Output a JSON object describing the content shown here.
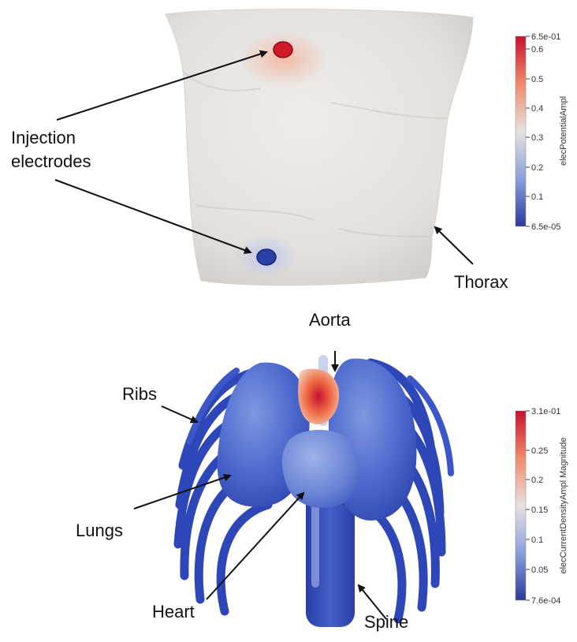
{
  "labels": {
    "injection": "Injection\nelectrodes",
    "thorax": "Thorax",
    "aorta": "Aorta",
    "ribs": "Ribs",
    "lungs": "Lungs",
    "heart": "Heart",
    "spine": "Spine"
  },
  "colorbar_top": {
    "title": "elecPotentialAmpl",
    "ticks": [
      "6.5e-01",
      "0.6",
      "0.5",
      "0.4",
      "0.3",
      "0.2",
      "0.1",
      "6.5e-05"
    ],
    "colors": {
      "high": "#c8102e",
      "mid": "#e8e2e0",
      "low": "#2a3a9e"
    }
  },
  "colorbar_bottom": {
    "title": "elecCurrentDensityAmpl Magnitude",
    "ticks": [
      "3.1e-01",
      "0.25",
      "0.2",
      "0.15",
      "0.1",
      "0.05",
      "7.6e-04"
    ],
    "colors": {
      "high": "#c8102e",
      "mid": "#e8e2e0",
      "low": "#2a3a9e"
    }
  },
  "colors": {
    "skin": "#e9e6e3",
    "skin_shadow": "#c9c6c3",
    "electrode_red": "#d01a2a",
    "electrode_blue": "#2b3fa8",
    "organ_blue": "#3450c0",
    "organ_blue_light": "#6f8ad8",
    "rib_blue": "#2d46b8",
    "aorta_red": "#e03020"
  }
}
